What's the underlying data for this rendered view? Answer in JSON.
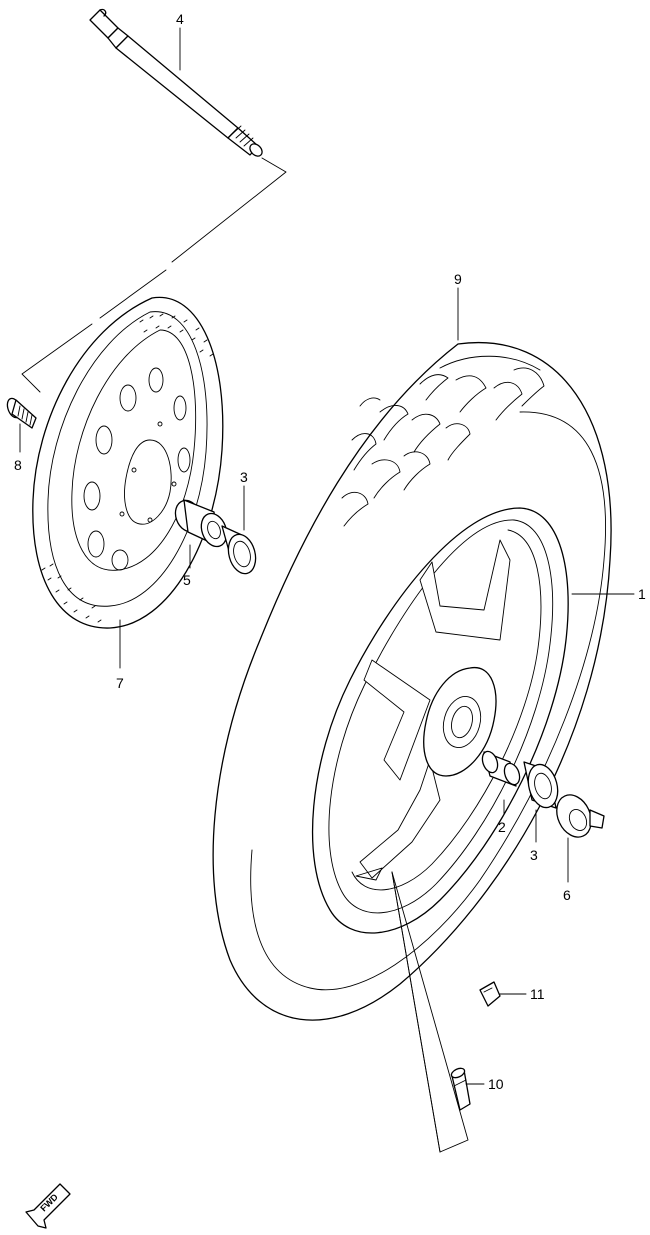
{
  "diagram": {
    "callouts": [
      {
        "id": "c1",
        "label": "1"
      },
      {
        "id": "c2",
        "label": "2"
      },
      {
        "id": "c3a",
        "label": "3"
      },
      {
        "id": "c3b",
        "label": "3"
      },
      {
        "id": "c4",
        "label": "4"
      },
      {
        "id": "c5",
        "label": "5"
      },
      {
        "id": "c6",
        "label": "6"
      },
      {
        "id": "c7",
        "label": "7"
      },
      {
        "id": "c8",
        "label": "8"
      },
      {
        "id": "c9",
        "label": "9"
      },
      {
        "id": "c10",
        "label": "10"
      },
      {
        "id": "c11",
        "label": "11"
      }
    ],
    "fwd_label": "FWD",
    "fwd_icon": "forward-arrow-icon",
    "line_color": "#000000",
    "background": "#ffffff"
  }
}
